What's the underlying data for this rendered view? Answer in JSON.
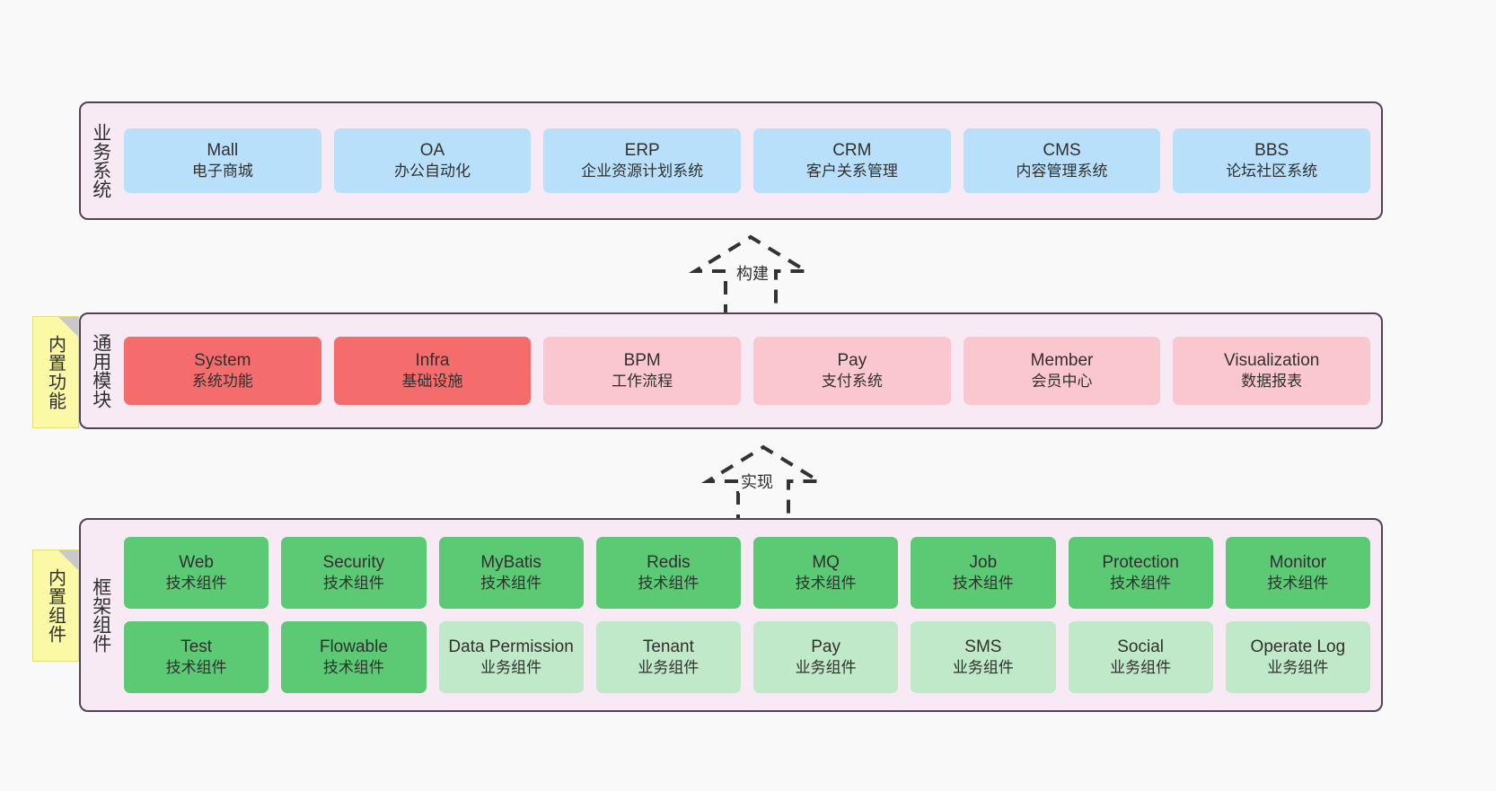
{
  "layers": [
    {
      "key": "business",
      "title": "业务系统",
      "rows": [
        {
          "style": "blue",
          "cards": [
            {
              "name": "Mall",
              "desc": "电子商城"
            },
            {
              "name": "OA",
              "desc": "办公自动化"
            },
            {
              "name": "ERP",
              "desc": "企业资源计划系统"
            },
            {
              "name": "CRM",
              "desc": "客户关系管理"
            },
            {
              "name": "CMS",
              "desc": "内容管理系统"
            },
            {
              "name": "BBS",
              "desc": "论坛社区系统"
            }
          ]
        }
      ]
    },
    {
      "key": "common",
      "title": "通用模块",
      "sticky": "内置功能",
      "rows": [
        {
          "cards": [
            {
              "name": "System",
              "desc": "系统功能",
              "style": "redfull"
            },
            {
              "name": "Infra",
              "desc": "基础设施",
              "style": "redfull"
            },
            {
              "name": "BPM",
              "desc": "工作流程",
              "style": "redlite"
            },
            {
              "name": "Pay",
              "desc": "支付系统",
              "style": "redlite"
            },
            {
              "name": "Member",
              "desc": "会员中心",
              "style": "redlite"
            },
            {
              "name": "Visualization",
              "desc": "数据报表",
              "style": "redlite"
            }
          ]
        }
      ]
    },
    {
      "key": "framework",
      "title": "框架组件",
      "sticky": "内置组件",
      "rows": [
        {
          "cards": [
            {
              "name": "Web",
              "desc": "技术组件",
              "style": "grnfull"
            },
            {
              "name": "Security",
              "desc": "技术组件",
              "style": "grnfull"
            },
            {
              "name": "MyBatis",
              "desc": "技术组件",
              "style": "grnfull"
            },
            {
              "name": "Redis",
              "desc": "技术组件",
              "style": "grnfull"
            },
            {
              "name": "MQ",
              "desc": "技术组件",
              "style": "grnfull"
            },
            {
              "name": "Job",
              "desc": "技术组件",
              "style": "grnfull"
            },
            {
              "name": "Protection",
              "desc": "技术组件",
              "style": "grnfull"
            },
            {
              "name": "Monitor",
              "desc": "技术组件",
              "style": "grnfull"
            }
          ]
        },
        {
          "cards": [
            {
              "name": "Test",
              "desc": "技术组件",
              "style": "grnfull"
            },
            {
              "name": "Flowable",
              "desc": "技术组件",
              "style": "grnfull"
            },
            {
              "name": "Data Permission",
              "desc": "业务组件",
              "style": "grnlite"
            },
            {
              "name": "Tenant",
              "desc": "业务组件",
              "style": "grnlite"
            },
            {
              "name": "Pay",
              "desc": "业务组件",
              "style": "grnlite"
            },
            {
              "name": "SMS",
              "desc": "业务组件",
              "style": "grnlite"
            },
            {
              "name": "Social",
              "desc": "业务组件",
              "style": "grnlite"
            },
            {
              "name": "Operate Log",
              "desc": "业务组件",
              "style": "grnlite"
            }
          ]
        }
      ]
    }
  ],
  "arrows": [
    {
      "key": "build",
      "label": "构建"
    },
    {
      "key": "impl",
      "label": "实现"
    }
  ],
  "colors": {
    "canvas": "#f9f9f9",
    "layer_fill": "#f7eaf5",
    "layer_border": "#4f4552",
    "blue": "#b8e0fb",
    "red_full": "#f56c6c",
    "red_light": "#fbc7cf",
    "green_full": "#5cc975",
    "green_light": "#bfe9c8",
    "sticky": "#fbf8a6",
    "arrow": "#333333"
  }
}
